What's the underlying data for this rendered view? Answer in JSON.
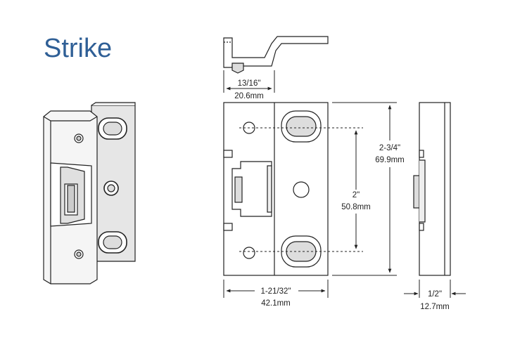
{
  "title": "Strike",
  "dimensions": {
    "top_width_in": "13/16\"",
    "top_width_mm": "20.6mm",
    "height_in": "2-3/4\"",
    "height_mm": "69.9mm",
    "hole_spacing_in": "2\"",
    "hole_spacing_mm": "50.8mm",
    "width_in": "1-21/32\"",
    "width_mm": "42.1mm",
    "depth_in": "1/2\"",
    "depth_mm": "12.7mm"
  },
  "colors": {
    "title": "#2f5f96",
    "line": "#222222",
    "shade": "#dddddd"
  }
}
